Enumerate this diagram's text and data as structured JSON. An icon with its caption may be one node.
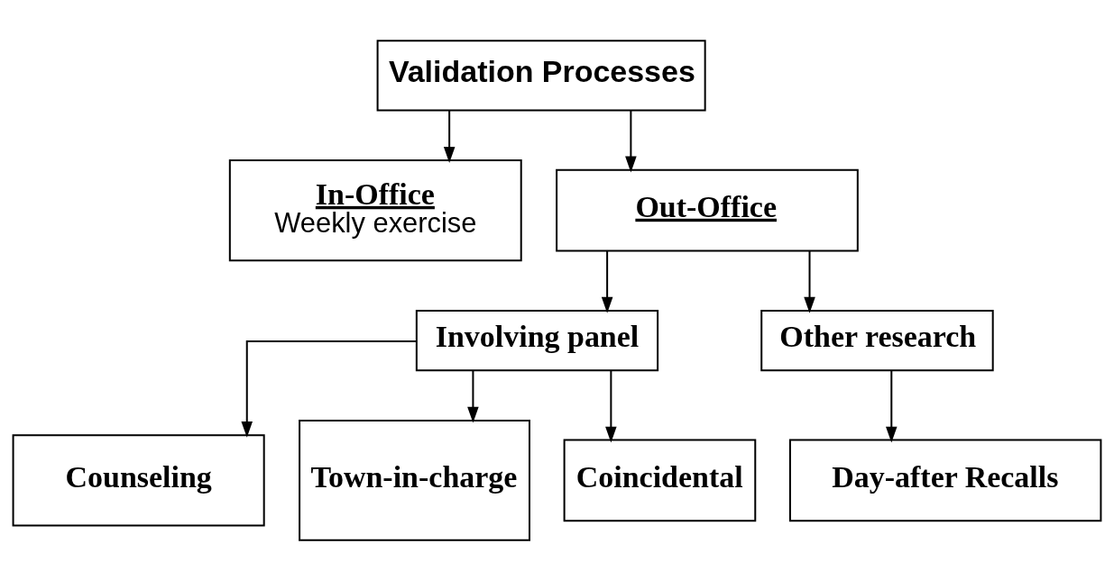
{
  "diagram": {
    "nodes": [
      {
        "text": [
          "Validation Processes"
        ]
      },
      {
        "text": [
          "In-Office",
          "Weekly exercise"
        ]
      },
      {
        "text": [
          "Out-Office"
        ]
      },
      {
        "text": [
          "Involving panel"
        ]
      },
      {
        "text": [
          "Other research"
        ]
      },
      {
        "text": [
          "Counseling"
        ]
      },
      {
        "text": [
          "Town-in-charge"
        ]
      },
      {
        "text": [
          "Coincidental"
        ]
      },
      {
        "text": [
          "Day-after Recalls"
        ]
      }
    ],
    "edges": [
      {
        "from": 0,
        "to": 1,
        "arrow": "to"
      },
      {
        "from": 0,
        "to": 2,
        "arrow": "to"
      },
      {
        "from": 2,
        "to": 3,
        "arrow": "to"
      },
      {
        "from": 2,
        "to": 4,
        "arrow": "to"
      },
      {
        "from": 3,
        "to": 5,
        "arrow": "to"
      },
      {
        "from": 3,
        "to": 6,
        "arrow": "to"
      },
      {
        "from": 3,
        "to": 7,
        "arrow": "to"
      },
      {
        "from": 4,
        "to": 8,
        "arrow": "to"
      }
    ]
  }
}
